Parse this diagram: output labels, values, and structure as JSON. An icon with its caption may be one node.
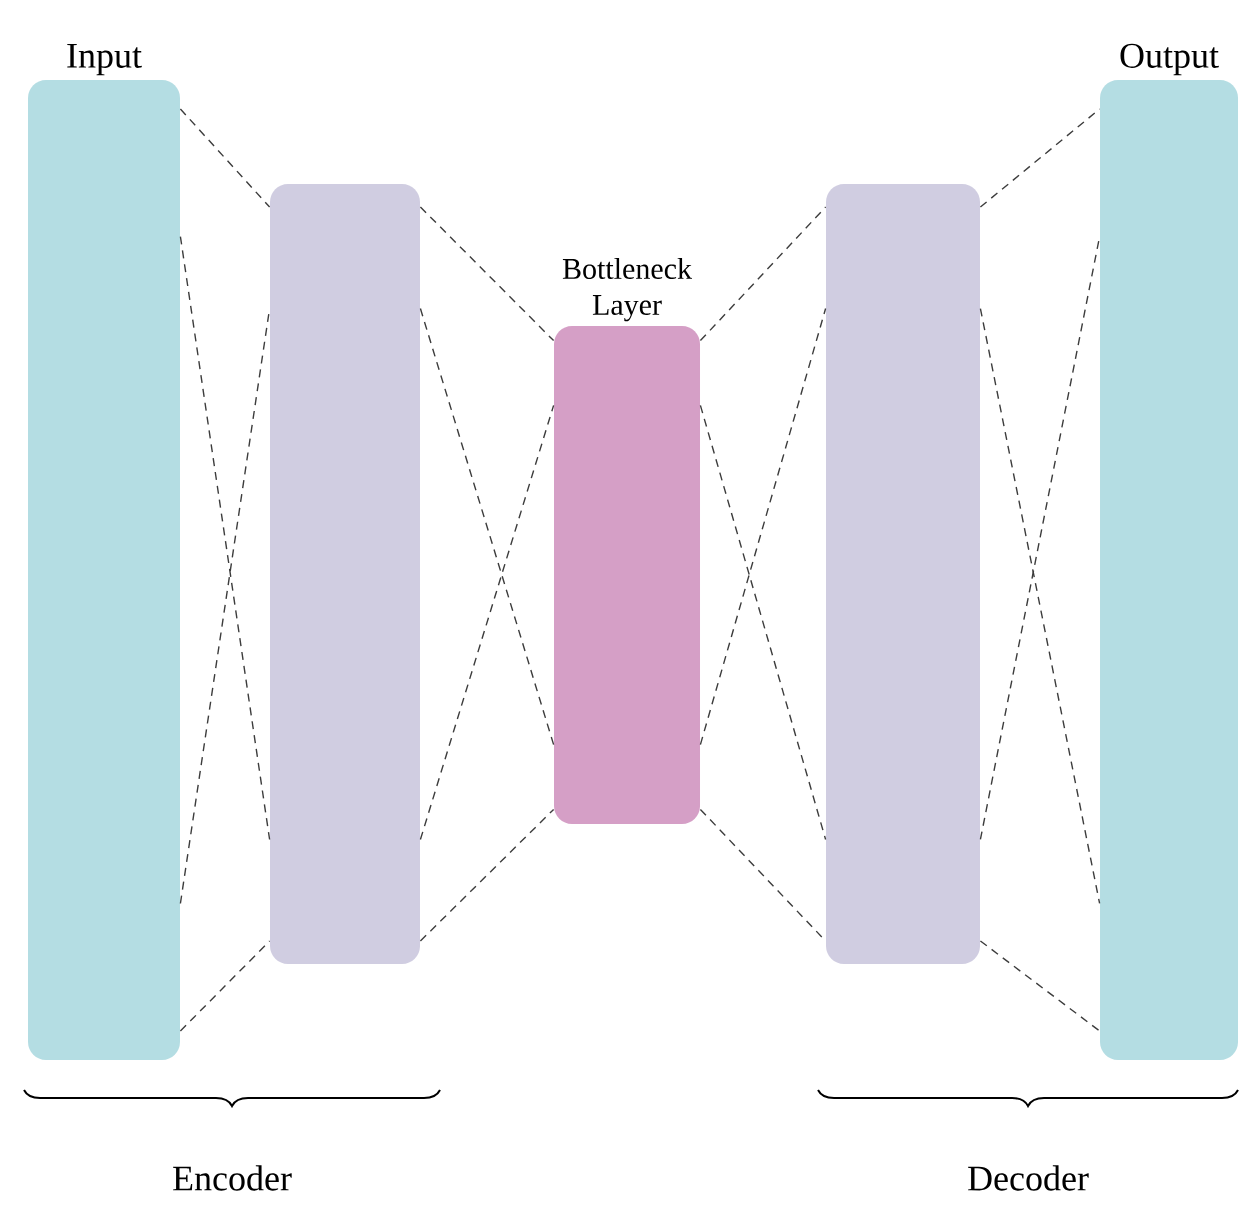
{
  "diagram": {
    "nodes": [
      {
        "text": [
          "Input"
        ]
      },
      {
        "text": [],
        "shape": "bar"
      },
      {
        "text": [
          "Bottleneck Layer"
        ]
      },
      {
        "text": [],
        "shape": "bar"
      },
      {
        "text": [
          "Output"
        ]
      }
    ],
    "edges": [
      {
        "from": 0,
        "to": 1,
        "arrow": "none",
        "style": "dashed"
      },
      {
        "from": 0,
        "to": 1,
        "arrow": "none",
        "style": "dashed"
      },
      {
        "from": 0,
        "to": 1,
        "arrow": "none",
        "style": "dashed"
      },
      {
        "from": 0,
        "to": 1,
        "arrow": "none",
        "style": "dashed"
      },
      {
        "from": 1,
        "to": 2,
        "arrow": "none",
        "style": "dashed"
      },
      {
        "from": 1,
        "to": 2,
        "arrow": "none",
        "style": "dashed"
      },
      {
        "from": 1,
        "to": 2,
        "arrow": "none",
        "style": "dashed"
      },
      {
        "from": 1,
        "to": 2,
        "arrow": "none",
        "style": "dashed"
      },
      {
        "from": 2,
        "to": 3,
        "arrow": "none",
        "style": "dashed"
      },
      {
        "from": 2,
        "to": 3,
        "arrow": "none",
        "style": "dashed"
      },
      {
        "from": 2,
        "to": 3,
        "arrow": "none",
        "style": "dashed"
      },
      {
        "from": 2,
        "to": 3,
        "arrow": "none",
        "style": "dashed"
      },
      {
        "from": 3,
        "to": 4,
        "arrow": "none",
        "style": "dashed"
      },
      {
        "from": 3,
        "to": 4,
        "arrow": "none",
        "style": "dashed"
      },
      {
        "from": 3,
        "to": 4,
        "arrow": "none",
        "style": "dashed"
      },
      {
        "from": 3,
        "to": 4,
        "arrow": "none",
        "style": "dashed"
      }
    ],
    "labels": [
      "Encoder",
      "Decoder"
    ]
  }
}
